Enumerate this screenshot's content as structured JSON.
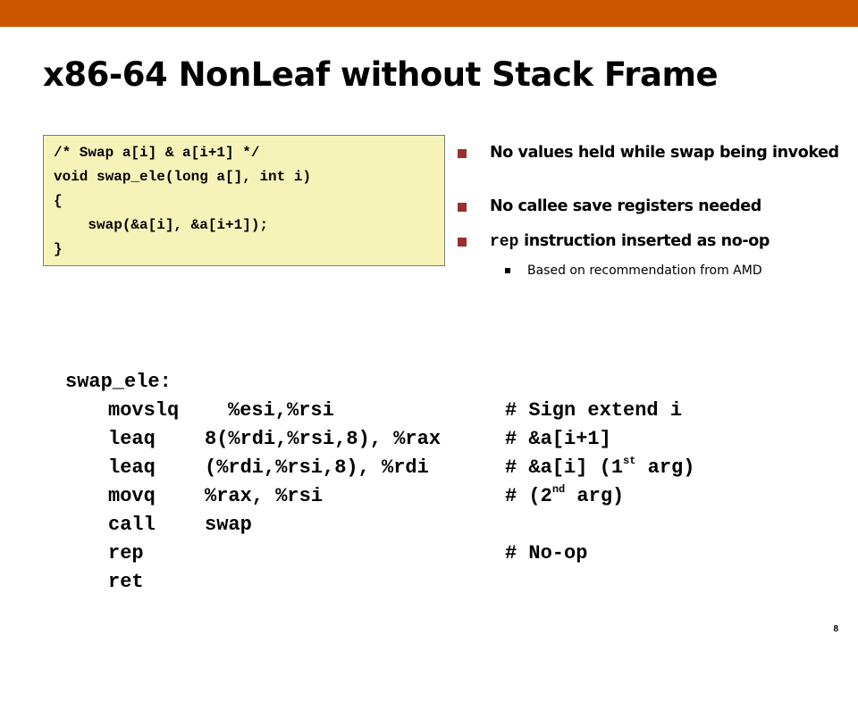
{
  "slide": {
    "accent_color": "#cc5500",
    "title": "x86-64 NonLeaf without Stack Frame",
    "page_number": "8"
  },
  "c_code": {
    "lines": [
      "/* Swap a[i] & a[i+1] */",
      "void swap_ele(long a[], int i)",
      "{",
      "    swap(&a[i], &a[i+1]);",
      "}"
    ]
  },
  "bullets": {
    "b1": "No values held while swap being invoked",
    "b2": "No callee save registers needed",
    "b3_code": "rep",
    "b3_text": " instruction inserted as no-op",
    "b3_sub": "Based on recommendation from AMD"
  },
  "assembly": {
    "label": "swap_ele:",
    "rows": [
      {
        "op": "movslq",
        "args": "%esi,%rsi",
        "comment": "# Sign extend i"
      },
      {
        "op": "leaq",
        "args": "8(%rdi,%rsi,8), %rax",
        "comment": "# &a[i+1]"
      },
      {
        "op": "leaq",
        "args": "(%rdi,%rsi,8), %rdi",
        "comment_pre": "# &a[i] (1",
        "comment_sup": "st",
        "comment_post": " arg)"
      },
      {
        "op": "movq",
        "args": "%rax, %rsi",
        "comment_pre": "# (2",
        "comment_sup": "nd",
        "comment_post": " arg)"
      },
      {
        "op": "call",
        "args": "swap",
        "comment": ""
      },
      {
        "op": "rep",
        "args": "",
        "comment": "# No-op"
      },
      {
        "op": "ret",
        "args": "",
        "comment": ""
      }
    ]
  }
}
